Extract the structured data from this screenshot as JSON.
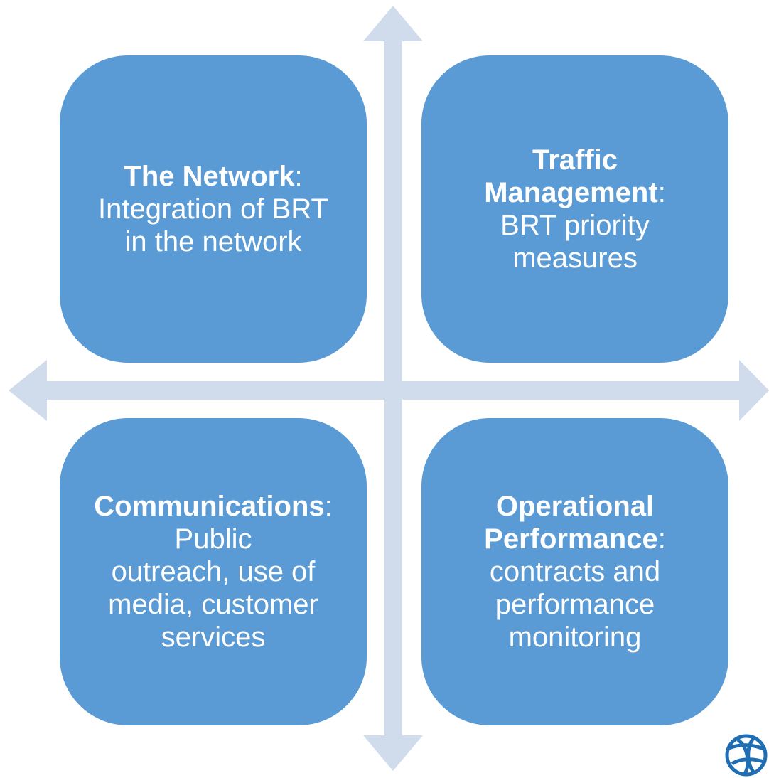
{
  "colors": {
    "box_fill": "#5b9bd5",
    "box_text": "#ffffff",
    "arrow_fill": "#d0dcec",
    "logo": "#1f6db3"
  },
  "quadrants": {
    "top_left": {
      "title": "The Network",
      "sep": ":",
      "lines": [
        "Integration of BRT",
        "in the network"
      ]
    },
    "top_right": {
      "title_lines": [
        "Traffic",
        "Management"
      ],
      "sep": ":",
      "lines": [
        "BRT priority",
        "measures"
      ]
    },
    "bottom_left": {
      "title": "Communications",
      "sep": ":",
      "lines": [
        "Public",
        "outreach, use of",
        "media, customer",
        "services"
      ]
    },
    "bottom_right": {
      "title_lines": [
        "Operational",
        "Performance"
      ],
      "sep": ":",
      "lines": [
        "contracts and",
        "performance",
        "monitoring"
      ]
    }
  },
  "logo": {
    "icon": "globe-logo-icon"
  }
}
